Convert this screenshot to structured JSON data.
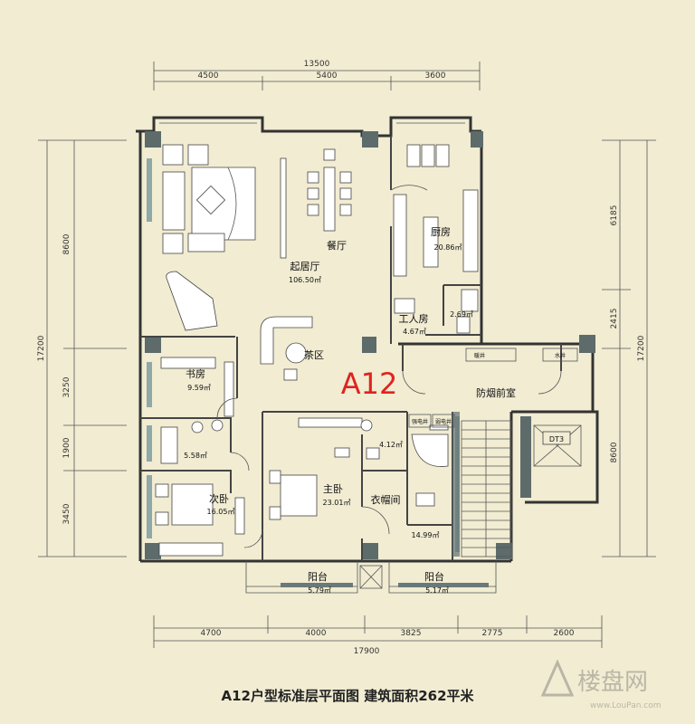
{
  "plan_label": "A12",
  "caption": "A12户型标准层平面图  建筑面积262平米",
  "watermark": {
    "name": "楼盘网",
    "url": "www.LouPan.com"
  },
  "dims": {
    "top_total": "13500",
    "top": [
      "4500",
      "5400",
      "3600"
    ],
    "bottom": [
      "4700",
      "4000",
      "3825",
      "2775",
      "2600"
    ],
    "bottom_total": "17900",
    "left_total": "17200",
    "left": [
      "8600",
      "3250",
      "1900",
      "3450"
    ],
    "right_total": "17200",
    "right": [
      "6185",
      "2415",
      "8600"
    ]
  },
  "rooms": {
    "living": {
      "name": "起居厅",
      "area": "106.50㎡"
    },
    "dining": {
      "name": "餐厅"
    },
    "kitchen": {
      "name": "厨房",
      "area": "20.86㎡"
    },
    "maid": {
      "name": "工人房",
      "area": "4.67㎡"
    },
    "maid_bath": {
      "area": "2.69㎡"
    },
    "tea": {
      "name": "茶区"
    },
    "study": {
      "name": "书房",
      "area": "9.59㎡"
    },
    "bath2": {
      "area": "5.58㎡"
    },
    "bedroom2": {
      "name": "次卧",
      "area": "16.05㎡"
    },
    "master": {
      "name": "主卧",
      "area": "23.01㎡"
    },
    "master_wc": {
      "area": "4.12㎡"
    },
    "closet": {
      "name": "衣帽间"
    },
    "master_bath": {
      "area": "14.99㎡"
    },
    "balcony1": {
      "name": "阳台",
      "area": "5.79㎡"
    },
    "balcony2": {
      "name": "阳台",
      "area": "5.17㎡"
    },
    "smoke_lobby": {
      "name": "防烟前室"
    },
    "elevator": {
      "name": "DT3"
    },
    "shafts": {
      "vent": "暖井",
      "water": "水井",
      "strong": "强电井",
      "weak": "弱电井"
    }
  }
}
